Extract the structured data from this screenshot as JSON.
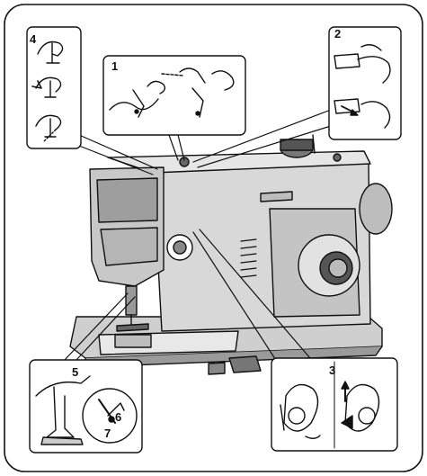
{
  "diagram": {
    "callouts": [
      {
        "id": "inset-1",
        "label": "1"
      },
      {
        "id": "inset-2",
        "label": "2"
      },
      {
        "id": "inset-3",
        "label": "3"
      },
      {
        "id": "inset-4",
        "label": "4"
      },
      {
        "id": "inset-5-6-7",
        "labels": [
          "5",
          "6",
          "7"
        ]
      }
    ]
  }
}
